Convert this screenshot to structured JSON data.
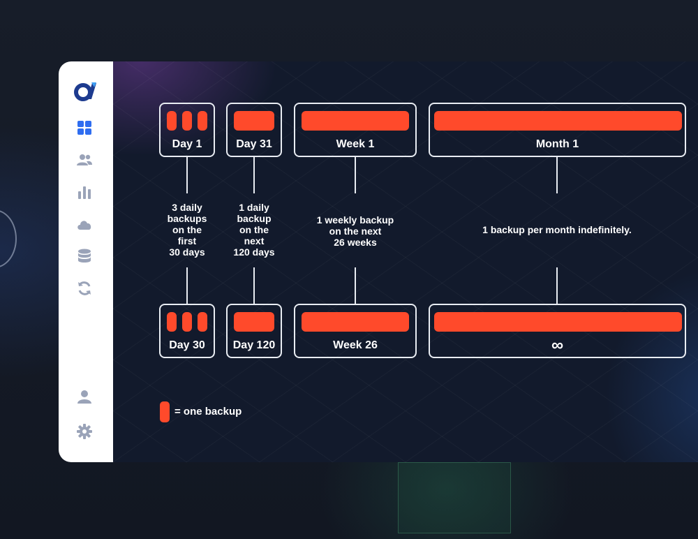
{
  "colors": {
    "accent": "#ff4a2b",
    "sidebar_bg": "#ffffff",
    "sidebar_icon": "#9aa3b8",
    "sidebar_icon_active": "#2f6df0",
    "panel_bg": "#121a2c"
  },
  "sidebar": {
    "logo": "app-logo",
    "items": [
      {
        "icon": "grid-icon",
        "active": true
      },
      {
        "icon": "users-icon",
        "active": false
      },
      {
        "icon": "bar-chart-icon",
        "active": false
      },
      {
        "icon": "cloud-icon",
        "active": false
      },
      {
        "icon": "database-icon",
        "active": false
      },
      {
        "icon": "sync-icon",
        "active": false
      }
    ],
    "bottom_items": [
      {
        "icon": "user-icon"
      },
      {
        "icon": "gear-icon"
      }
    ]
  },
  "timeline": {
    "columns": [
      {
        "start_label": "Day 1",
        "end_label": "Day 30",
        "bars": 3,
        "description": "3 daily\nbackups\non the\nfirst\n30 days"
      },
      {
        "start_label": "Day 31",
        "end_label": "Day 120",
        "bars": 1,
        "description": "1 daily\nbackup\non the\nnext\n120 days"
      },
      {
        "start_label": "Week 1",
        "end_label": "Week 26",
        "bars": 1,
        "description": "1 weekly backup\non the next\n26 weeks"
      },
      {
        "start_label": "Month 1",
        "end_label": "∞",
        "bars": 1,
        "description": "1 backup per month indefinitely."
      }
    ]
  },
  "legend": {
    "text": "= one backup"
  }
}
